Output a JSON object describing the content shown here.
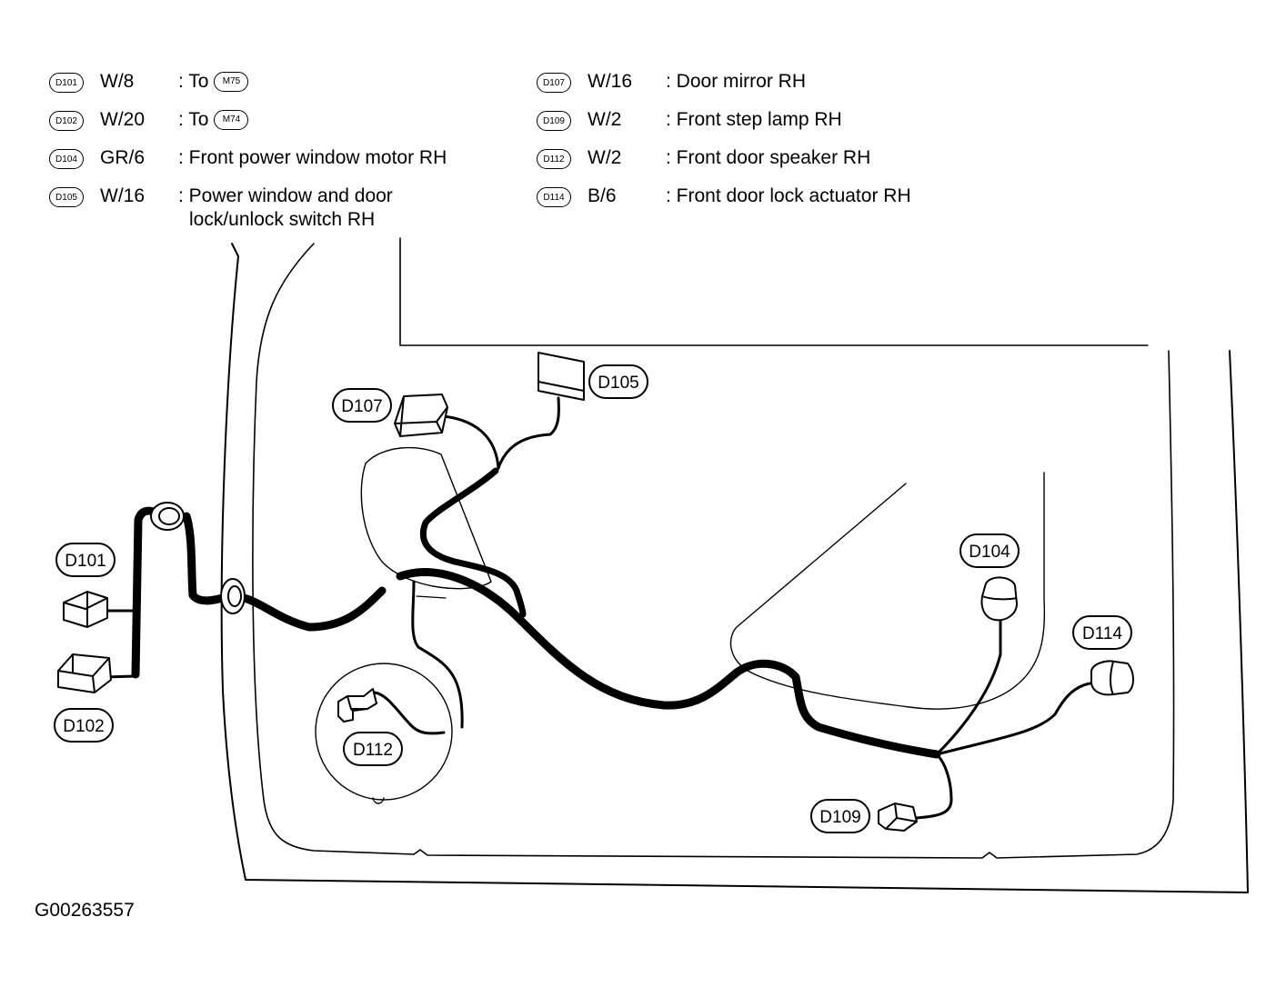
{
  "legend": [
    {
      "code": "D101",
      "wire": "W/8",
      "desc": ": To",
      "ref": "M75",
      "line2": ""
    },
    {
      "code": "D102",
      "wire": "W/20",
      "desc": ": To",
      "ref": "M74",
      "line2": ""
    },
    {
      "code": "D104",
      "wire": "GR/6",
      "desc": ": Front power window motor RH",
      "ref": "",
      "line2": ""
    },
    {
      "code": "D105",
      "wire": "W/16",
      "desc": ": Power window and door",
      "ref": "",
      "line2": "lock/unlock switch RH"
    },
    {
      "code": "D107",
      "wire": "W/16",
      "desc": ": Door mirror RH",
      "ref": "",
      "line2": ""
    },
    {
      "code": "D109",
      "wire": "W/2",
      "desc": ": Front step lamp RH",
      "ref": "",
      "line2": ""
    },
    {
      "code": "D112",
      "wire": "W/2",
      "desc": ": Front door speaker RH",
      "ref": "",
      "line2": ""
    },
    {
      "code": "D114",
      "wire": "B/6",
      "desc": ": Front door lock actuator RH",
      "ref": "",
      "line2": ""
    }
  ],
  "callouts": {
    "d101": "D101",
    "d102": "D102",
    "d104": "D104",
    "d105": "D105",
    "d107": "D107",
    "d109": "D109",
    "d112": "D112",
    "d114": "D114"
  },
  "figure_id": "G00263557"
}
